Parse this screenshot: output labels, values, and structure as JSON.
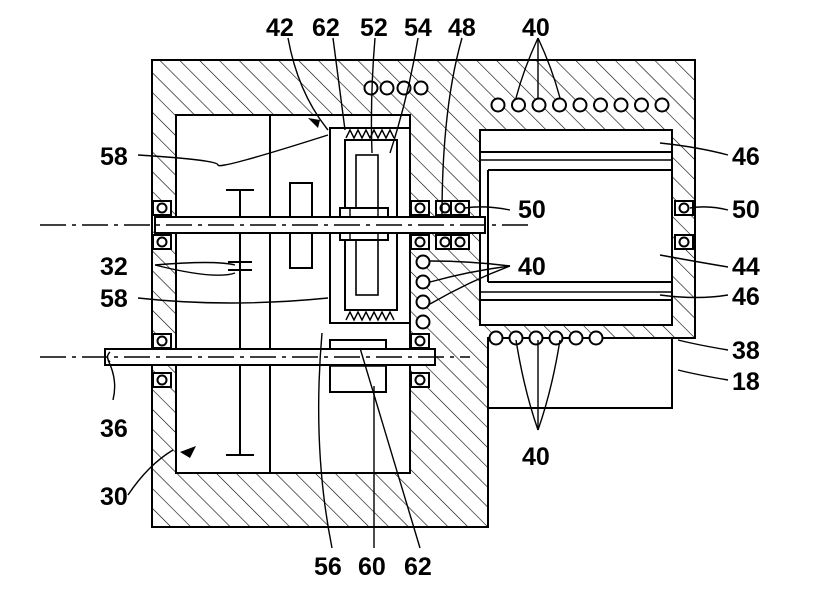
{
  "figure": {
    "labels": {
      "l42": "42",
      "l62_top": "62",
      "l52": "52",
      "l54": "54",
      "l48": "48",
      "l40_top": "40",
      "l58_top": "58",
      "l46_top": "46",
      "l50_mid": "50",
      "l50_right": "50",
      "l32": "32",
      "l40_mid": "40",
      "l44": "44",
      "l58_bottom": "58",
      "l46_bottom": "46",
      "l38": "38",
      "l18": "18",
      "l36": "36",
      "l40_bottom": "40",
      "l30": "30",
      "l56": "56",
      "l60": "60",
      "l62_bottom": "62"
    }
  }
}
